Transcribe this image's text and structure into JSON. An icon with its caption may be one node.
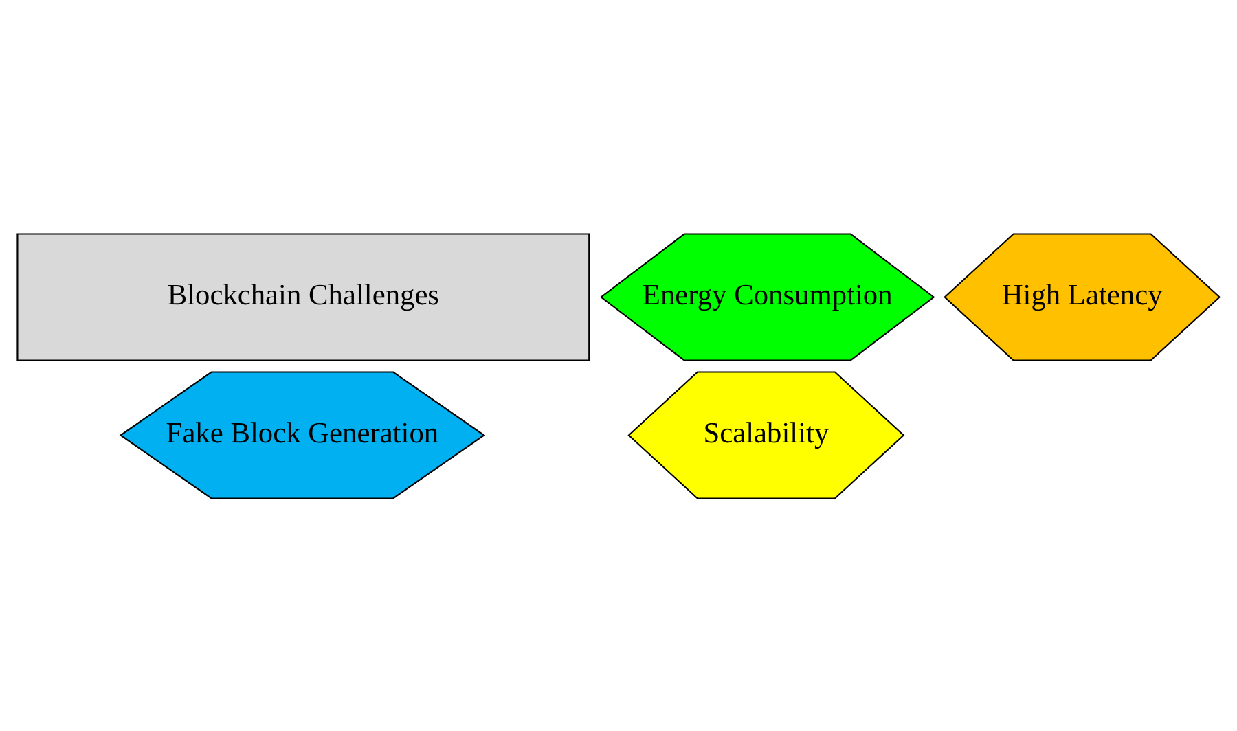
{
  "diagram": {
    "nodes": [
      {
        "text": [
          "Scalability"
        ]
      },
      {
        "text": [
          "High Latency"
        ]
      },
      {
        "text": [
          "Blockchain Challenges"
        ]
      },
      {
        "text": [
          "Fake Block Generation"
        ]
      },
      {
        "text": [
          "Energy Consumption"
        ]
      }
    ],
    "edges": []
  }
}
